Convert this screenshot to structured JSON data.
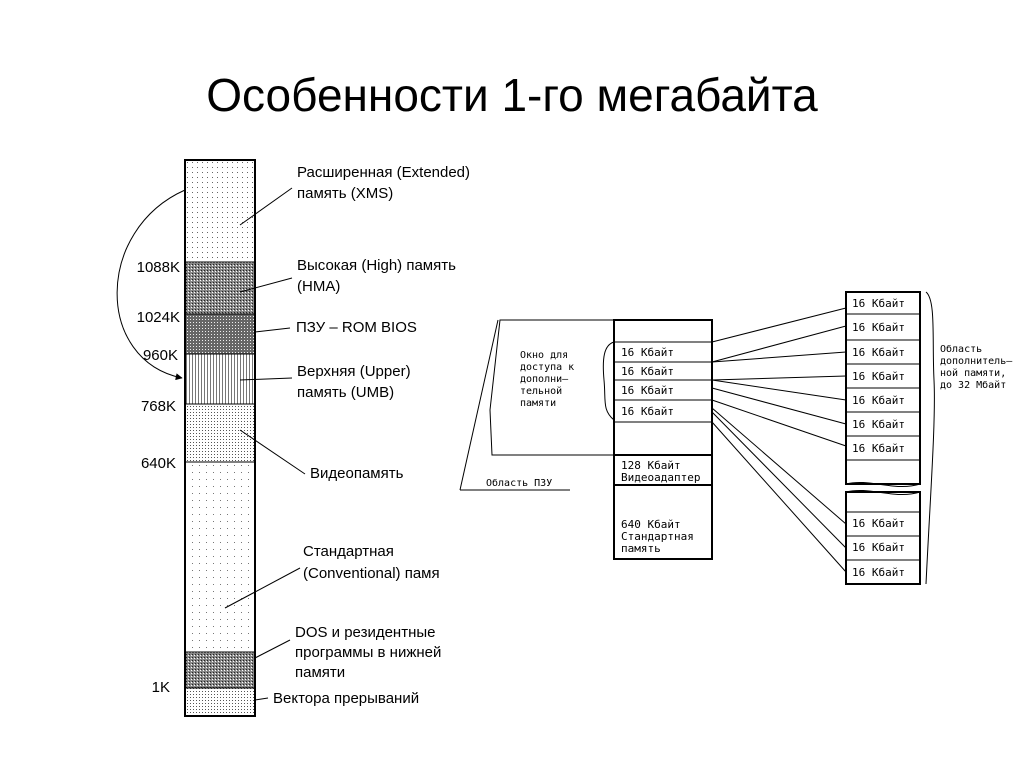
{
  "title": "Особенности 1-го мегабайта",
  "memory_map": {
    "addresses": [
      "1088K",
      "1024K",
      "960K",
      "768K",
      "640K",
      "1K"
    ],
    "labels": {
      "extended_1": "Расширенная (Extended)",
      "extended_2": "память (XMS)",
      "high_1": "Высокая (High) память",
      "high_2": "(HMA)",
      "rom_bios": "ПЗУ – ROM BIOS",
      "upper_1": "Верхняя (Upper)",
      "upper_2": "память (UMB)",
      "video": "Видеопамять",
      "conv_1": "Стандартная",
      "conv_2": "(Conventional) памя",
      "dos_1": "DOS и резидентные",
      "dos_2": "программы в нижней",
      "dos_3": "памяти",
      "vectors": "Вектора прерываний"
    }
  },
  "ems": {
    "window_label": [
      "Окно для",
      "доступа к",
      "дополни–",
      "тельной",
      "памяти"
    ],
    "rom_area": "Область ПЗУ",
    "page": "16 Кбайт",
    "video_1": "128 Кбайт",
    "video_2": "Видеоадаптер",
    "std_1": "640 Кбайт",
    "std_2": "Стандартная",
    "std_3": "память",
    "ext_area": [
      "Область",
      "дополнитель–",
      "ной памяти,",
      "до 32 Мбайт"
    ]
  }
}
